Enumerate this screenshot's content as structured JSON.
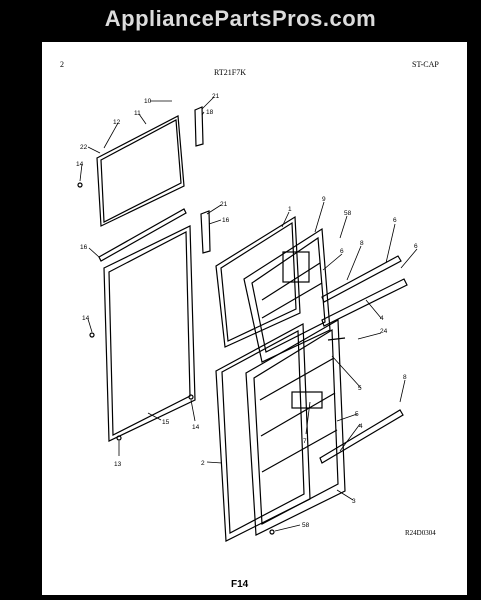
{
  "watermark": "AppliancePartsPros.com",
  "header": {
    "page_number": "2",
    "model": "RT21F7K",
    "code": "ST-CAP"
  },
  "figure": {
    "drawing_code": "R24D0304",
    "name": "F14"
  },
  "part_callouts": {
    "p1": "1",
    "p2": "2",
    "p3": "3",
    "p4a": "4",
    "p4b": "4",
    "p5a": "5",
    "p5b": "5",
    "p6a": "6",
    "p6b": "6",
    "p6c": "6",
    "p7": "7",
    "p8a": "8",
    "p8b": "8",
    "p9": "9",
    "p10": "10",
    "p11": "11",
    "p12": "12",
    "p13": "13",
    "p14a": "14",
    "p14b": "14",
    "p14c": "14",
    "p15": "15",
    "p16a": "16",
    "p16b": "16",
    "p18": "18",
    "p21a": "21",
    "p21b": "21",
    "p22": "22",
    "p24": "24",
    "p58a": "58",
    "p58b": "58"
  }
}
